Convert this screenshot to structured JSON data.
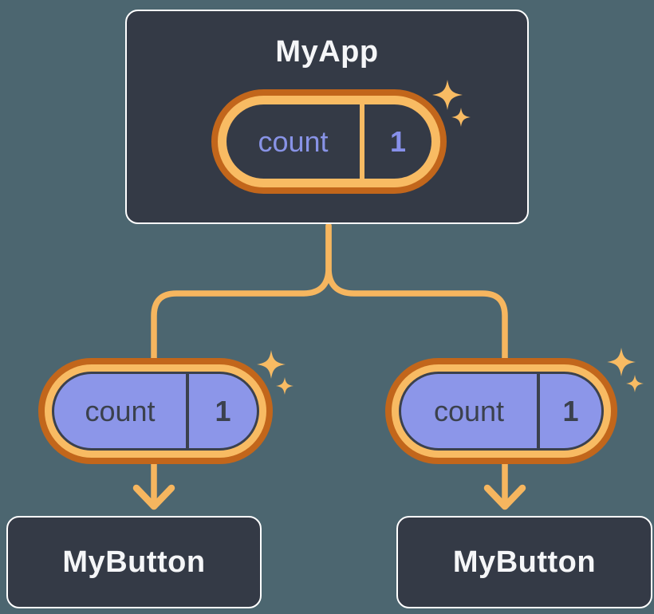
{
  "diagram": {
    "description": "React component tree showing state passed from parent to children",
    "root": {
      "label": "MyApp",
      "state": {
        "name": "count",
        "value": "1"
      }
    },
    "children": [
      {
        "label": "MyButton",
        "state": {
          "name": "count",
          "value": "1"
        }
      },
      {
        "label": "MyButton",
        "state": {
          "name": "count",
          "value": "1"
        }
      }
    ],
    "colors": {
      "background": "#4C6670",
      "box_fill": "#343A46",
      "box_border": "#FFFFFF",
      "title_text": "#F5F6F8",
      "connector_orange": "#F6B65F",
      "pill_ring_outer": "#C2661B",
      "pill_ring_inner": "#F8BB63",
      "pill_purple_fill": "#8C96E9",
      "pill_dark_text": "#3B414D",
      "pill_purple_text": "#8893E6"
    }
  }
}
